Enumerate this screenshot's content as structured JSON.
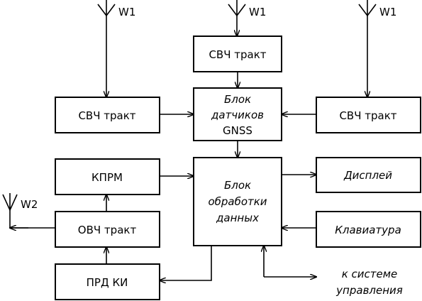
{
  "blocks": {
    "svch_top": "СВЧ тракт",
    "svch_left": "СВЧ тракт",
    "svch_right": "СВЧ тракт",
    "sensors": [
      "Блок",
      "датчиков",
      "GNSS"
    ],
    "kprm": "КПРМ",
    "processing": [
      "Блок",
      "обработки",
      "данных"
    ],
    "display": "Дисплей",
    "ovch": "ОВЧ тракт",
    "keyboard": "Клавиатура",
    "prd_ki": "ПРД КИ"
  },
  "antennas": {
    "w1_left": "W1",
    "w1_center": "W1",
    "w1_right": "W1",
    "w2": "W2"
  },
  "external": [
    "к системе",
    "управления"
  ]
}
